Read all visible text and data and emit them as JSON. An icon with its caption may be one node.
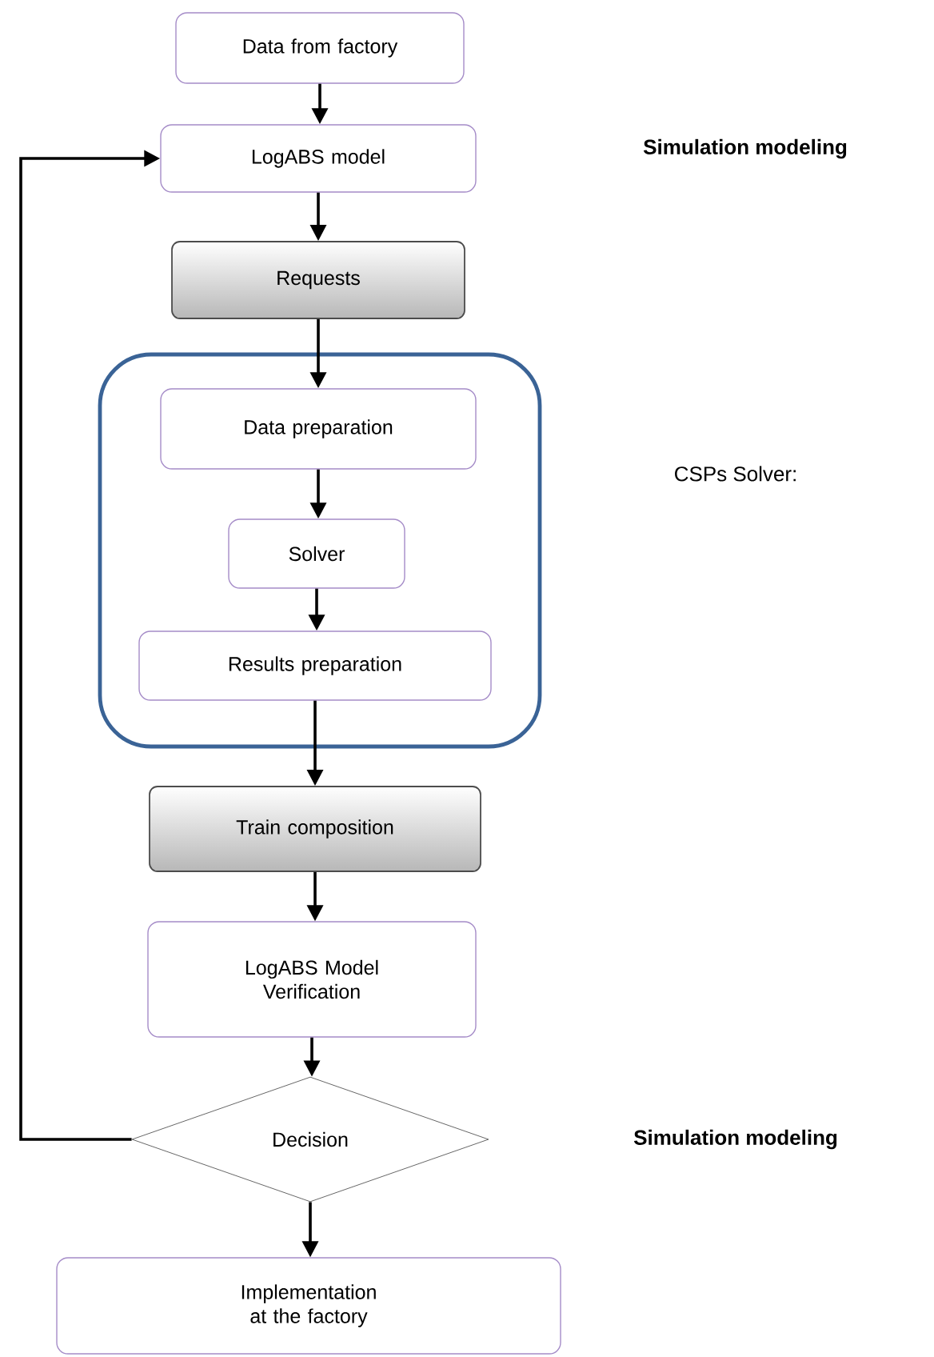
{
  "diagram": {
    "nodes": [
      {
        "text": [
          "Data from factory"
        ]
      },
      {
        "text": [
          "LogABS model"
        ]
      },
      {
        "text": [
          "Requests"
        ]
      },
      {
        "text": [],
        "shape": "box"
      },
      {
        "text": [
          "Data preparation"
        ],
        "in": 3
      },
      {
        "text": [
          "Solver"
        ],
        "in": 3
      },
      {
        "text": [
          "Results preparation"
        ],
        "in": 3
      },
      {
        "text": [
          "Train composition"
        ]
      },
      {
        "text": [
          "LogABS Model Verification"
        ]
      },
      {
        "text": [
          "Decision"
        ]
      },
      {
        "text": [
          "Implementation at the factory"
        ]
      }
    ],
    "edges": [
      {
        "from": 0,
        "to": 1,
        "arrow": "to"
      },
      {
        "from": 1,
        "to": 2,
        "arrow": "to"
      },
      {
        "from": 2,
        "to": 4,
        "arrow": "to"
      },
      {
        "from": 4,
        "to": 5,
        "arrow": "to"
      },
      {
        "from": 5,
        "to": 6,
        "arrow": "to"
      },
      {
        "from": 6,
        "to": 7,
        "arrow": "to"
      },
      {
        "from": 7,
        "to": 8,
        "arrow": "to"
      },
      {
        "from": 8,
        "to": 9,
        "arrow": "to"
      },
      {
        "from": 9,
        "to": 10,
        "arrow": "to"
      },
      {
        "from": 9,
        "to": 1,
        "arrow": "to"
      }
    ],
    "labels": [
      "Simulation modeling",
      "CSPs Solver:",
      "Simulation modeling"
    ]
  }
}
